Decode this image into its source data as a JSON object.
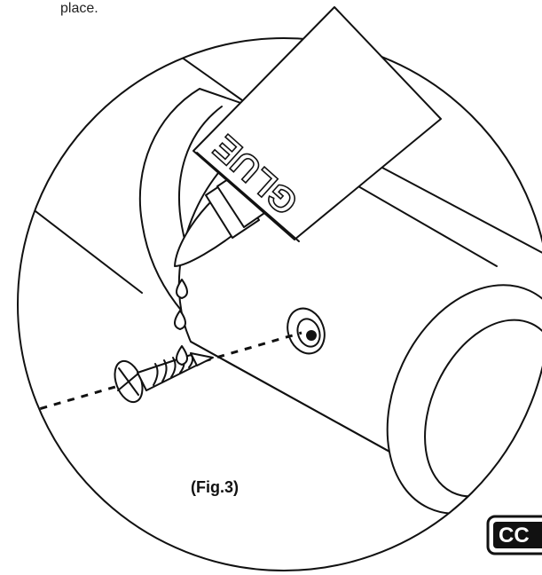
{
  "intro": {
    "text": "place."
  },
  "diagram": {
    "glue_label": "GLUE",
    "figure_caption": "(Fig.3)",
    "logo_text": "CC"
  },
  "colors": {
    "ink": "#111111",
    "paper": "#ffffff"
  }
}
